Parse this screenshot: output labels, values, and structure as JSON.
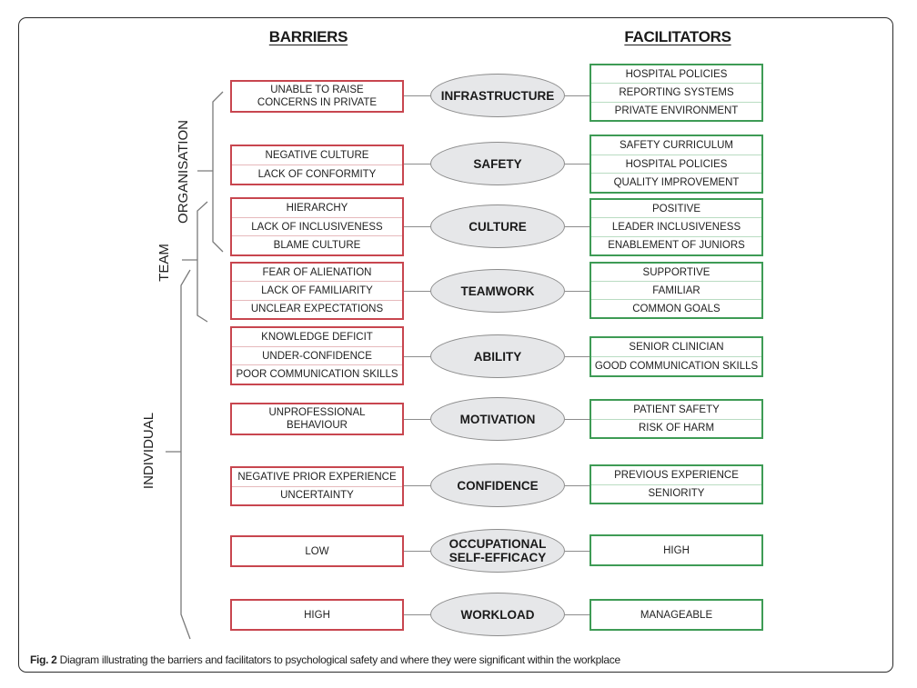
{
  "headings": {
    "barriers": "BARRIERS",
    "facilitators": "FACILITATORS"
  },
  "groups": {
    "organisation": "ORGANISATION",
    "team": "TEAM",
    "individual": "INDIVIDUAL"
  },
  "colors": {
    "barrier_border": "#c8464f",
    "facilitator_border": "#3e9b55",
    "ellipse_fill": "#e6e7e9"
  },
  "rows": [
    {
      "factor": "INFRASTRUCTURE",
      "barriers": [
        "UNABLE TO RAISE CONCERNS IN PRIVATE"
      ],
      "facilitators": [
        "HOSPITAL POLICIES",
        "REPORTING SYSTEMS",
        "PRIVATE ENVIRONMENT"
      ]
    },
    {
      "factor": "SAFETY",
      "barriers": [
        "NEGATIVE CULTURE",
        "LACK OF CONFORMITY"
      ],
      "facilitators": [
        "SAFETY CURRICULUM",
        "HOSPITAL POLICIES",
        "QUALITY IMPROVEMENT"
      ]
    },
    {
      "factor": "CULTURE",
      "barriers": [
        "HIERARCHY",
        "LACK OF INCLUSIVENESS",
        "BLAME CULTURE"
      ],
      "facilitators": [
        "POSITIVE",
        "LEADER INCLUSIVENESS",
        "ENABLEMENT OF JUNIORS"
      ]
    },
    {
      "factor": "TEAMWORK",
      "barriers": [
        "FEAR OF ALIENATION",
        "LACK OF FAMILIARITY",
        "UNCLEAR EXPECTATIONS"
      ],
      "facilitators": [
        "SUPPORTIVE",
        "FAMILIAR",
        "COMMON GOALS"
      ]
    },
    {
      "factor": "ABILITY",
      "barriers": [
        "KNOWLEDGE DEFICIT",
        "UNDER-CONFIDENCE",
        "POOR COMMUNICATION SKILLS"
      ],
      "facilitators": [
        "SENIOR CLINICIAN",
        "GOOD COMMUNICATION SKILLS"
      ]
    },
    {
      "factor": "MOTIVATION",
      "barriers": [
        "UNPROFESSIONAL BEHAVIOUR"
      ],
      "facilitators": [
        "PATIENT SAFETY",
        "RISK OF HARM"
      ]
    },
    {
      "factor": "CONFIDENCE",
      "barriers": [
        "NEGATIVE PRIOR EXPERIENCE",
        "UNCERTAINTY"
      ],
      "facilitators": [
        "PREVIOUS EXPERIENCE",
        "SENIORITY"
      ]
    },
    {
      "factor": "OCCUPATIONAL SELF-EFFICACY",
      "barriers": [
        "LOW"
      ],
      "facilitators": [
        "HIGH"
      ]
    },
    {
      "factor": "WORKLOAD",
      "barriers": [
        "HIGH"
      ],
      "facilitators": [
        "MANAGEABLE"
      ]
    }
  ],
  "caption": {
    "label": "Fig. 2",
    "text": "Diagram illustrating the barriers and facilitators to psychological safety and where they were significant within the workplace"
  }
}
